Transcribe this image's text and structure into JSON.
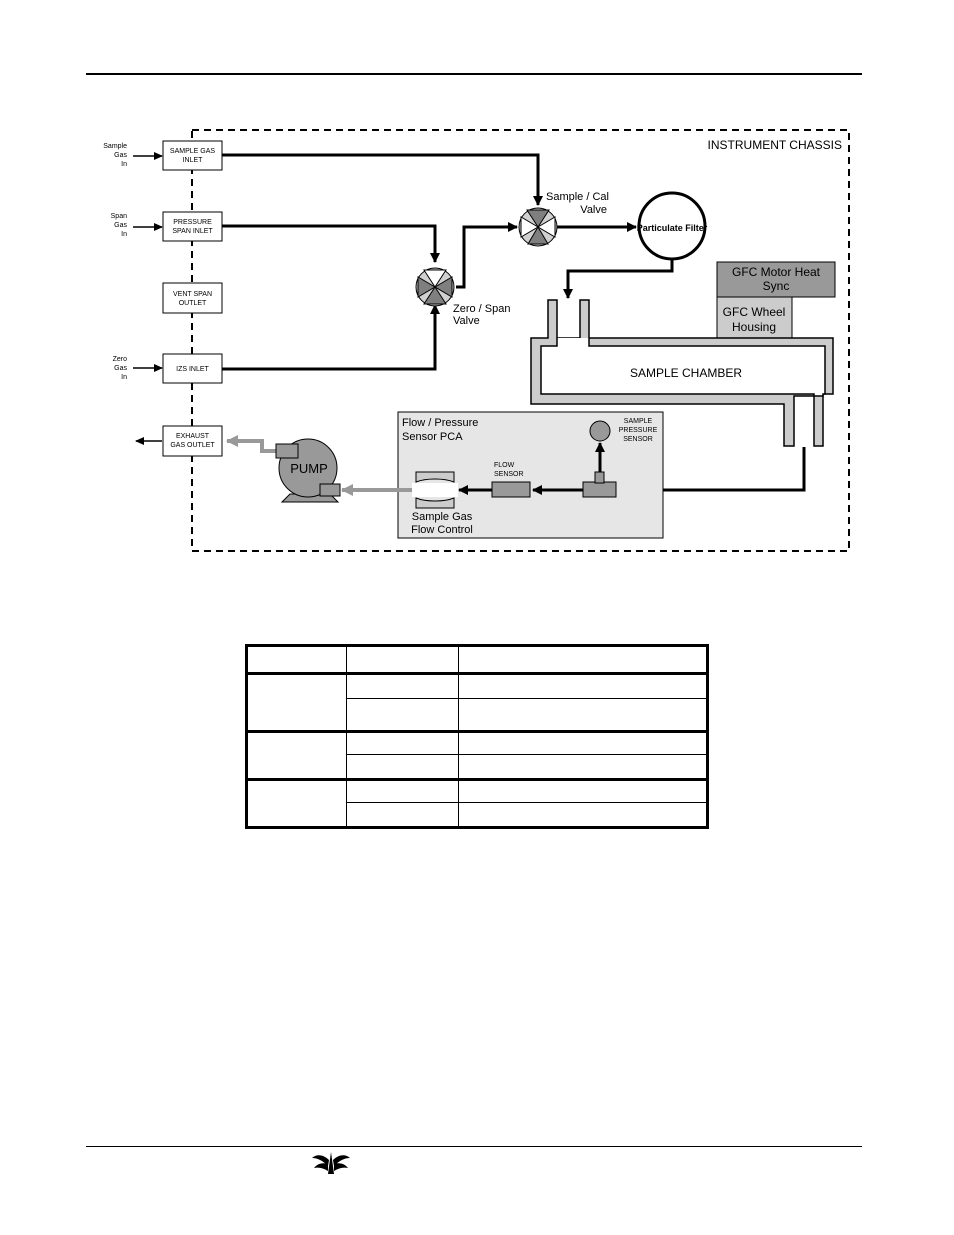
{
  "diagram": {
    "chassis_label": "INSTRUMENT CHASSIS",
    "external": {
      "sample": [
        "Sample",
        "Gas",
        "In"
      ],
      "span": [
        "Span",
        "Gas",
        "In"
      ],
      "zero": [
        "Zero",
        "Gas",
        "In"
      ]
    },
    "ports": {
      "sample_gas_inlet": [
        "SAMPLE GAS",
        "INLET"
      ],
      "pressure_span_inlet": [
        "PRESSURE",
        "SPAN INLET"
      ],
      "vent_span_outlet": [
        "VENT SPAN",
        "OUTLET"
      ],
      "izs_inlet": [
        "IZS INLET"
      ],
      "exhaust_gas_outlet": [
        "EXHAUST",
        "GAS OUTLET"
      ]
    },
    "sample_cal_valve": [
      "Sample / Cal",
      "Valve"
    ],
    "zero_span_valve": [
      "Zero / Span",
      "Valve"
    ],
    "particulate_filter": "Particulate Filter",
    "gfc_motor": [
      "GFC Motor Heat",
      "Sync"
    ],
    "gfc_wheel": [
      "GFC Wheel",
      "Housing"
    ],
    "sample_chamber": "SAMPLE CHAMBER",
    "flow_pca": [
      "Flow / Pressure",
      "Sensor PCA"
    ],
    "sample_pressure_sensor": [
      "SAMPLE",
      "PRESSURE",
      "SENSOR"
    ],
    "flow_sensor": [
      "FLOW",
      "SENSOR"
    ],
    "flow_control": [
      "Sample Gas",
      "Flow Control"
    ],
    "pump": "PUMP"
  },
  "colors": {
    "line": "#000000",
    "exhaust_flow": "#999999",
    "pca_fill": "#e6e6e6",
    "gfc_motor_fill": "#999999",
    "gfc_wheel_fill": "#cccccc",
    "chamber_fill": "#cccccc",
    "valve_dark": "#7f7f7f",
    "valve_light": "#d0d0d0"
  },
  "logo_icon": "teledyne-logo-icon"
}
